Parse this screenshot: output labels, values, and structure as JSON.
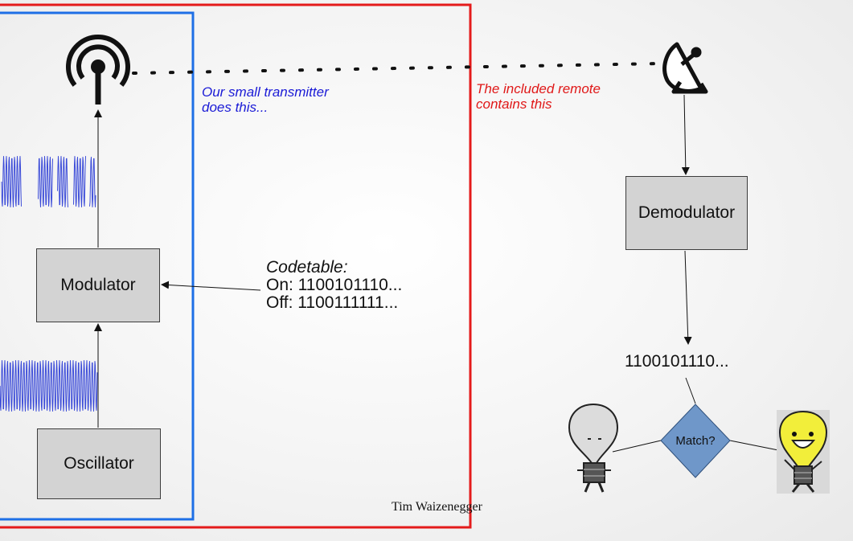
{
  "blocks": {
    "modulator": "Modulator",
    "oscillator": "Oscillator",
    "demodulator": "Demodulator"
  },
  "captions": {
    "transmitter_line1": "Our small transmitter",
    "transmitter_line2": "does this...",
    "remote_line1": "The included remote",
    "remote_line2": "contains this"
  },
  "codetable": {
    "title": "Codetable:",
    "on": "On: 1100101110...",
    "off": "Off: 1100111111..."
  },
  "received_code": "1100101110...",
  "decision": "Match?",
  "credit": "Tim Waizenegger",
  "colors": {
    "transmitter_border": "#1e6fe6",
    "remote_border": "#e41b1b",
    "block_fill": "#d3d3d3",
    "decision_fill": "#6f97c9",
    "waveform": "#3b4bd8",
    "lit_bulb": "#f2ee3a"
  },
  "icons": [
    "antenna-icon",
    "satellite-dish-icon",
    "unlit-bulb-icon",
    "lit-bulb-icon"
  ]
}
